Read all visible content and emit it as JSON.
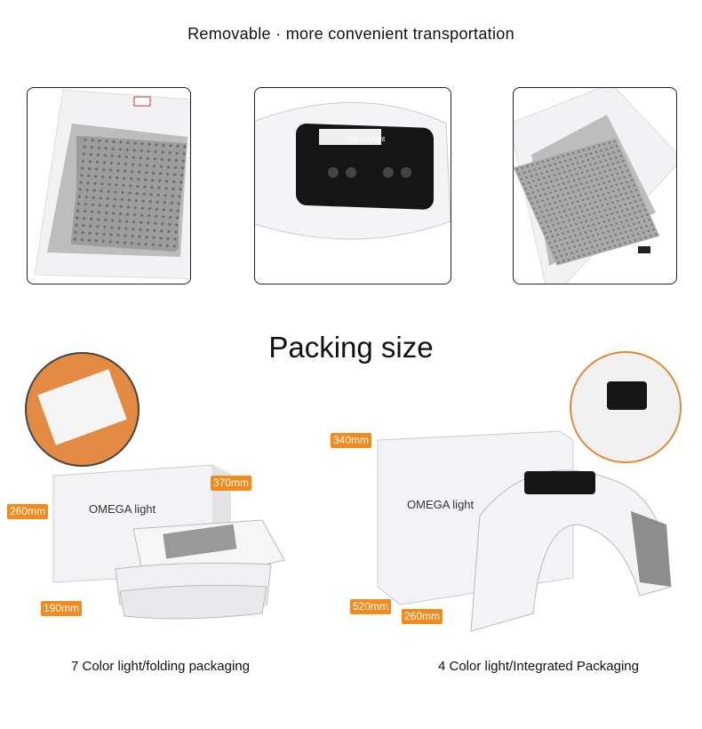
{
  "section1": {
    "heading": "Removable · more convenient transportation"
  },
  "product_label": "OMEGA light",
  "section2": {
    "heading": "Packing size",
    "left": {
      "caption": "7 Color light/folding packaging",
      "dims": [
        "370mm",
        "260mm",
        "190mm"
      ]
    },
    "right": {
      "caption": "4 Color light/Integrated Packaging",
      "dims": [
        "340mm",
        "520mm",
        "260mm"
      ]
    }
  },
  "colors": {
    "accent_orange": "#f28a1e",
    "frame_border": "#222222"
  }
}
